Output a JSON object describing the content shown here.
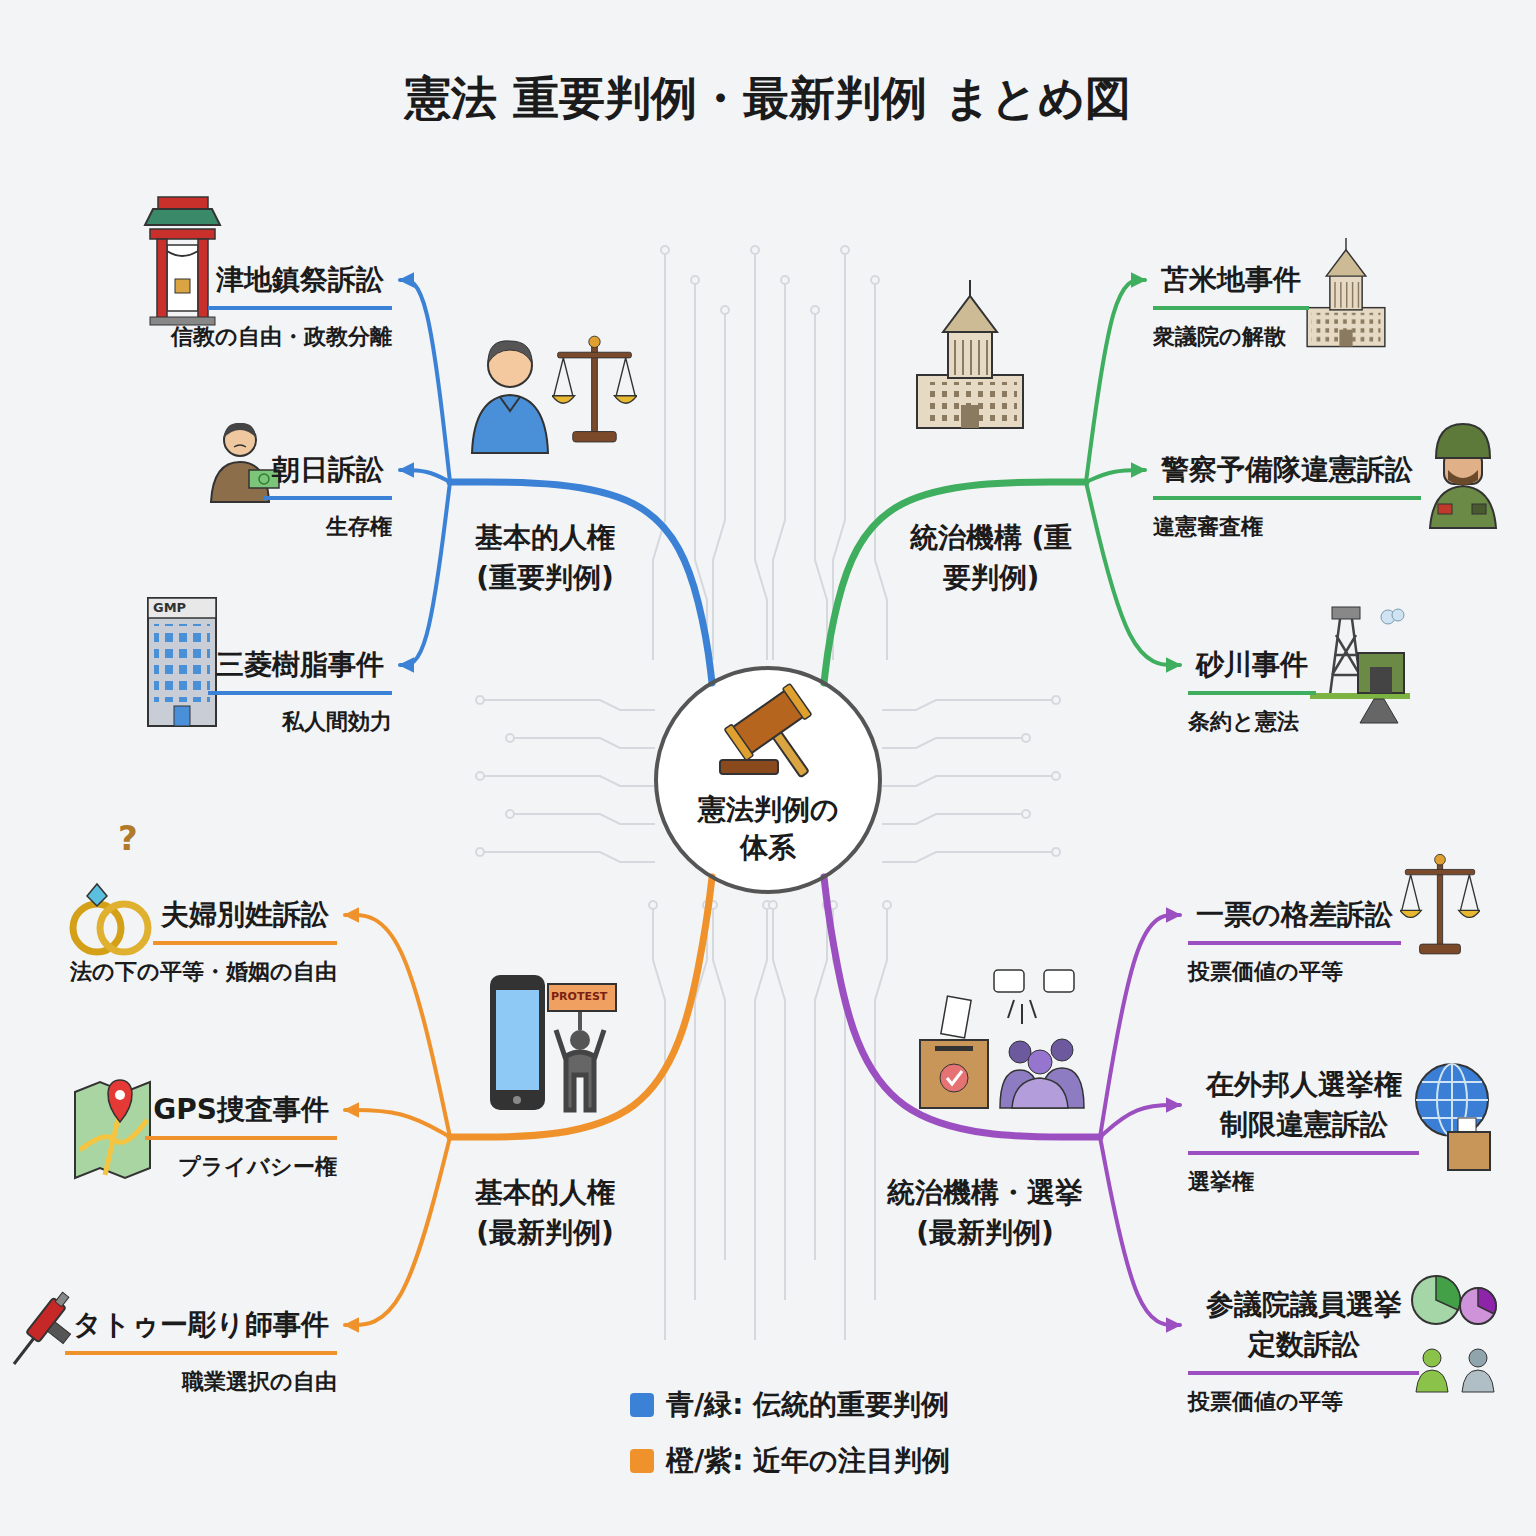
{
  "diagram": {
    "title": "憲法 重要判例・最新判例 まとめ図",
    "nodes": [
      {
        "text": [
          "憲法判例の 体系"
        ]
      },
      {
        "text": [
          "基本的人権 (重要判例)"
        ]
      },
      {
        "text": [
          "津地鎮祭訴訟",
          "信教の自由・政教分離"
        ]
      },
      {
        "text": [
          "朝日訴訟",
          "生存権"
        ]
      },
      {
        "text": [
          "三菱樹脂事件",
          "私人間効力"
        ]
      },
      {
        "text": [
          "統治機構 (重要判例)"
        ]
      },
      {
        "text": [
          "苫米地事件",
          "衆議院の解散"
        ]
      },
      {
        "text": [
          "警察予備隊違憲訴訟",
          "違憲審査権"
        ]
      },
      {
        "text": [
          "砂川事件",
          "条約と憲法"
        ]
      },
      {
        "text": [
          "基本的人権 (最新判例)"
        ]
      },
      {
        "text": [
          "夫婦別姓訴訟",
          "法の下の平等・婚姻の自由"
        ]
      },
      {
        "text": [
          "GPS捜査事件",
          "プライバシー権"
        ]
      },
      {
        "text": [
          "タトゥー彫り師事件",
          "職業選択の自由"
        ]
      },
      {
        "text": [
          "統治機構・選挙 (最新判例)"
        ]
      },
      {
        "text": [
          "一票の格差訴訟",
          "投票価値の平等"
        ]
      },
      {
        "text": [
          "在外邦人選挙権 制限違憲訴訟",
          "選挙権"
        ]
      },
      {
        "text": [
          "参議院議員選挙 定数訴訟",
          "投票価値の平等"
        ]
      }
    ],
    "edges": [
      {
        "from": 0,
        "to": 1,
        "arrow": "none"
      },
      {
        "from": 1,
        "to": 2,
        "arrow": "to"
      },
      {
        "from": 1,
        "to": 3,
        "arrow": "to"
      },
      {
        "from": 1,
        "to": 4,
        "arrow": "to"
      },
      {
        "from": 0,
        "to": 5,
        "arrow": "none"
      },
      {
        "from": 5,
        "to": 6,
        "arrow": "to"
      },
      {
        "from": 5,
        "to": 7,
        "arrow": "to"
      },
      {
        "from": 5,
        "to": 8,
        "arrow": "to"
      },
      {
        "from": 0,
        "to": 9,
        "arrow": "none"
      },
      {
        "from": 9,
        "to": 10,
        "arrow": "to"
      },
      {
        "from": 9,
        "to": 11,
        "arrow": "to"
      },
      {
        "from": 9,
        "to": 12,
        "arrow": "to"
      },
      {
        "from": 0,
        "to": 13,
        "arrow": "none"
      },
      {
        "from": 13,
        "to": 14,
        "arrow": "to"
      },
      {
        "from": 13,
        "to": 15,
        "arrow": "to"
      },
      {
        "from": 13,
        "to": 16,
        "arrow": "to"
      }
    ],
    "labels": [
      "GMP",
      "PROTEST",
      "?"
    ],
    "legend": [
      {
        "text": "青/緑: 伝統的重要判例",
        "color": "#3b82d6"
      },
      {
        "text": "橙/紫: 近年の注目判例",
        "color": "#f0922b"
      }
    ]
  }
}
